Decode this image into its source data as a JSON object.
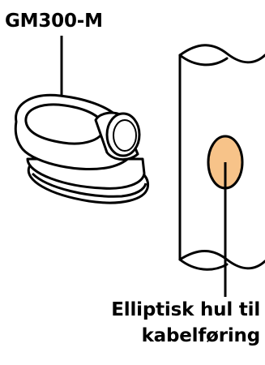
{
  "labels": {
    "part": "GM300-M",
    "hole_line1": "Elliptisk hul til",
    "hole_line2": "kabelføring"
  },
  "colors": {
    "hole_fill": "#f7c389",
    "outline": "#000000",
    "background": "#ffffff"
  }
}
